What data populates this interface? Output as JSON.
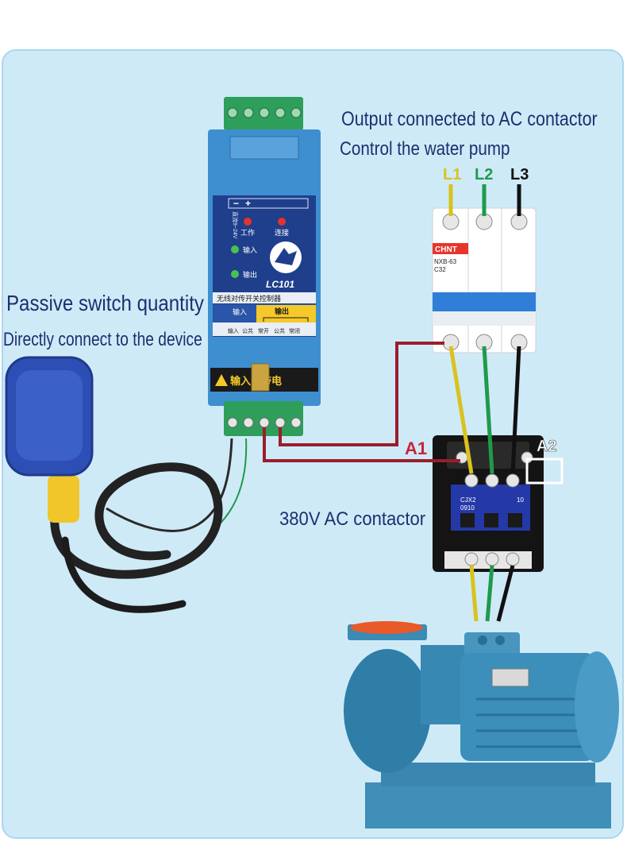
{
  "annotations": {
    "output_line1": "Output connected to AC contactor",
    "output_line2": "Control the water pump",
    "passive_line1": "Passive switch quantity",
    "passive_line2": "Directly connect to the device",
    "contactor_label": "380V AC contactor"
  },
  "phases": {
    "l1": "L1",
    "l2": "L2",
    "l3": "L3",
    "l1_color": "#d9c21e",
    "l2_color": "#1f9a4a",
    "l3_color": "#111111"
  },
  "coil": {
    "a1": "A1",
    "a2": "A2",
    "a1_color": "#c8243a",
    "wire_color": "#9b1d2c"
  },
  "controller": {
    "model": "LC101",
    "name": "无线对传开关控制器",
    "power_spec": "直流9~24V",
    "led_work": "工作",
    "led_connect": "连接",
    "led_input": "输入",
    "led_output": "输出",
    "term_input": "输入",
    "term_output": "输出",
    "term_in": "输入",
    "term_common": "公共",
    "term_no": "常开",
    "term_com2": "公共",
    "term_nc": "常闭",
    "warning": "输入禁带电",
    "minus": "−",
    "plus": "+"
  },
  "breaker": {
    "brand": "CHNT",
    "model": "NXB-63",
    "rating": "C32"
  },
  "contactor": {
    "model": "CJX2",
    "sub": "0910",
    "pole": "10"
  },
  "colors": {
    "panel": "#cfeaf7",
    "device_blue": "#3e8fd0",
    "terminal_green": "#2e9e5b",
    "label_navy": "#1d2f6f"
  }
}
